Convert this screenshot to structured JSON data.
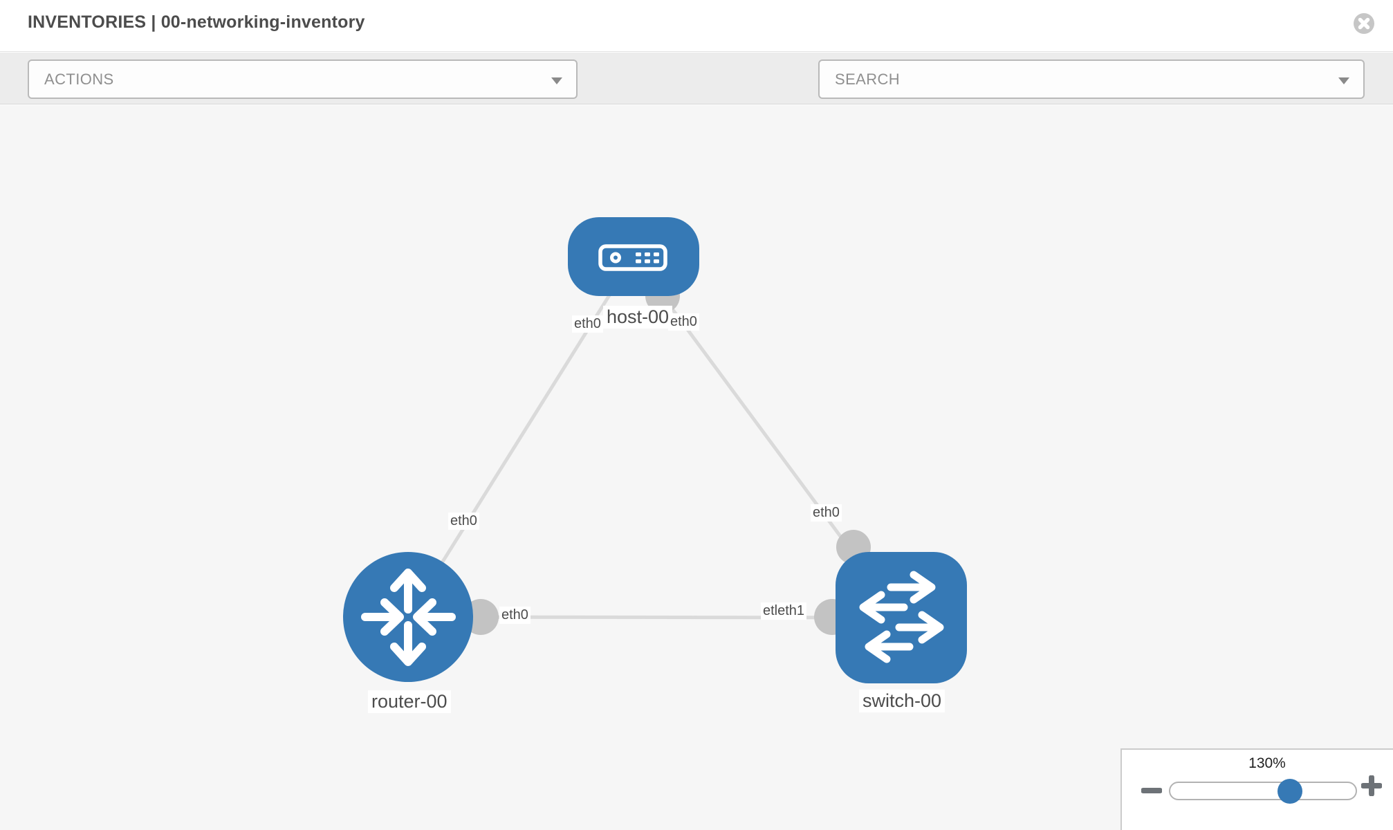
{
  "header": {
    "title": "INVENTORIES | 00-networking-inventory"
  },
  "toolbar": {
    "actions_label": "ACTIONS",
    "search_placeholder": "SEARCH",
    "icons": [
      "wrench-icon",
      "key-icon"
    ]
  },
  "topology": {
    "nodes": [
      {
        "id": "host-00",
        "label": "host-00",
        "type": "host"
      },
      {
        "id": "router-00",
        "label": "router-00",
        "type": "router"
      },
      {
        "id": "switch-00",
        "label": "switch-00",
        "type": "switch"
      }
    ],
    "links": [
      {
        "from": "host-00",
        "to": "router-00",
        "from_interface": "eth0",
        "to_interface": "eth0"
      },
      {
        "from": "host-00",
        "to": "switch-00",
        "from_interface": "eth0",
        "to_interface": "eth0"
      },
      {
        "from": "router-00",
        "to": "switch-00",
        "from_interface": "eth0",
        "to_interface": "etleth1"
      }
    ],
    "interface_labels": {
      "host_to_router": "eth0",
      "host_to_switch": "eth0",
      "router_to_host": "eth0",
      "router_to_switch": "eth0",
      "switch_to_host": "eth0",
      "switch_to_router": "etleth1"
    }
  },
  "zoom_control": {
    "value": "130%",
    "minus": "zoom-out",
    "plus": "zoom-in"
  },
  "colors": {
    "node_blue": "#3679b5",
    "link_gray": "#dadada",
    "interface_gray": "#c3c3c3",
    "toolbar_gray": "#ececec",
    "canvas_gray": "#f6f6f6"
  }
}
